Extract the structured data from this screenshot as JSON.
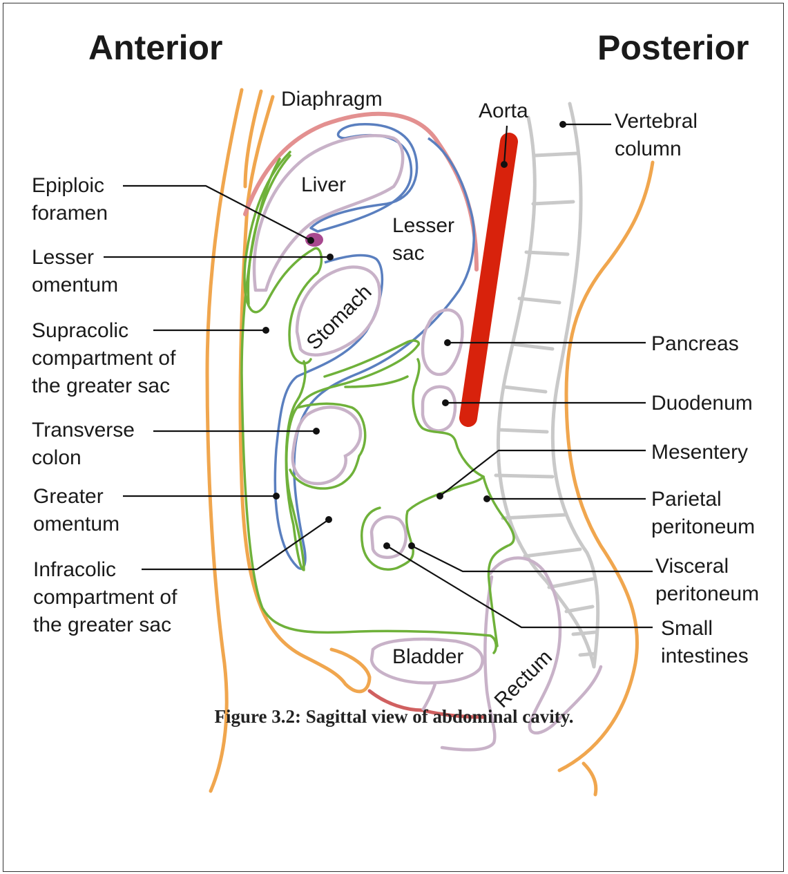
{
  "headings": {
    "anterior": "Anterior",
    "posterior": "Posterior"
  },
  "labels": {
    "diaphragm": "Diaphragm",
    "aorta": "Aorta",
    "vertebral_column": [
      "Vertebral",
      "column"
    ],
    "epiploic_foramen": [
      "Epiploic",
      "foramen"
    ],
    "liver": "Liver",
    "lesser_sac": [
      "Lesser",
      "sac"
    ],
    "lesser_omentum": [
      "Lesser",
      "omentum"
    ],
    "stomach": "Stomach",
    "supracolic": [
      "Supracolic",
      "compartment of",
      "the greater sac"
    ],
    "pancreas": "Pancreas",
    "duodenum": "Duodenum",
    "transverse_colon": [
      "Transverse",
      "colon"
    ],
    "mesentery": "Mesentery",
    "greater_omentum": [
      "Greater",
      "omentum"
    ],
    "parietal_peritoneum": [
      "Parietal",
      "peritoneum"
    ],
    "infracolic": [
      "Infracolic",
      "compartment of",
      "the greater sac"
    ],
    "visceral_peritoneum": [
      "Visceral",
      "peritoneum"
    ],
    "small_intestines": [
      "Small",
      "intestines"
    ],
    "bladder": "Bladder",
    "rectum": "Rectum"
  },
  "caption": "Figure 3.2: Sagittal view of abdominal cavity.",
  "colors": {
    "body_wall": "#f0a64e",
    "diaphragm": "#e39090",
    "peritoneum": "#6fb13a",
    "lesser_sac": "#5a7fbf",
    "organ": "#c8b2c8",
    "aorta": "#d8220c",
    "vertebra": "#c9c9c9",
    "foramen": "#a8498f",
    "perineum": "#d06060"
  }
}
